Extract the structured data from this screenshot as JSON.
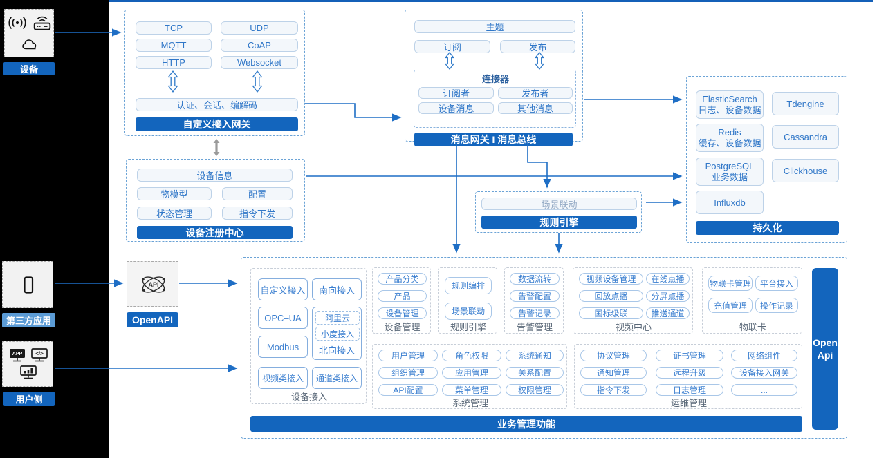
{
  "colors": {
    "accent": "#1365bd",
    "line": "#1e6ec5",
    "light_label": "#5b9bd5",
    "pill_text": "#3077c8"
  },
  "rail": {
    "device": {
      "label": "设备",
      "icons": [
        "signal-icon",
        "router-icon",
        "cloud-icon"
      ]
    },
    "thirdparty": {
      "label": "第三方应用",
      "icons": [
        "phone-icon"
      ]
    },
    "user": {
      "label": "用户侧",
      "icons": [
        "app-window-icon",
        "code-window-icon",
        "chart-window-icon"
      ]
    }
  },
  "gateway": {
    "title": "自定义接入网关",
    "p1": "TCP",
    "p2": "UDP",
    "p3": "MQTT",
    "p4": "CoAP",
    "p5": "HTTP",
    "p6": "Websocket",
    "auth": "认证、会话、编解码"
  },
  "message": {
    "title": "消息网关 I 消息总线",
    "topic": "主题",
    "sub": "订阅",
    "pub": "发布",
    "connector": "连接器",
    "c1": "订阅者",
    "c2": "发布者",
    "c3": "设备消息",
    "c4": "其他消息"
  },
  "persistence": {
    "title": "持久化",
    "es1": "ElasticSearch",
    "es2": "日志、设备数据",
    "td": "Tdengine",
    "redis1": "Redis",
    "redis2": "缓存、设备数据",
    "cas": "Cassandra",
    "pg1": "PostgreSQL",
    "pg2": "业务数据",
    "ch": "Clickhouse",
    "influx": "Influxdb"
  },
  "registry": {
    "title": "设备注册中心",
    "info": "设备信息",
    "m1": "物模型",
    "m2": "配置",
    "m3": "状态管理",
    "m4": "指令下发"
  },
  "rule": {
    "title": "规则引擎",
    "pill": "场景联动"
  },
  "openapi": {
    "label": "OpenAPI",
    "icon": "api-atom-icon"
  },
  "business": {
    "title": "业务管理功能",
    "openapi_bar": "Open Api",
    "access": {
      "label": "设备接入",
      "a1": "自定义接入",
      "a2": "南向接入",
      "a3": "OPC–UA",
      "north": "北向接入",
      "n1": "阿里云",
      "n2": "小度接入",
      "a4": "Modbus",
      "a5": "视频类接入",
      "a6": "通道类接入"
    },
    "devmgmt": {
      "label": "设备管理",
      "p1": "产品分类",
      "p2": "产品",
      "p3": "设备管理"
    },
    "rules": {
      "label": "规则引擎",
      "p1": "规则编排",
      "p2": "场景联动"
    },
    "alarm": {
      "label": "告警管理",
      "p1": "数据流转",
      "p2": "告警配置",
      "p3": "告警记录"
    },
    "video": {
      "label": "视频中心",
      "p1": "视频设备管理",
      "p2": "在线点播",
      "p3": "回放点播",
      "p4": "分屏点播",
      "p5": "国标级联",
      "p6": "推送通道"
    },
    "iotcard": {
      "label": "物联卡",
      "p1": "物联卡管理",
      "p2": "平台接入",
      "p3": "充值管理",
      "p4": "操作记录"
    },
    "system": {
      "label": "系统管理",
      "p1": "用户管理",
      "p2": "角色权限",
      "p3": "系统通知",
      "p4": "组织管理",
      "p5": "应用管理",
      "p6": "关系配置",
      "p7": "API配置",
      "p8": "菜单管理",
      "p9": "权限管理"
    },
    "ops": {
      "label": "运维管理",
      "p1": "协议管理",
      "p2": "证书管理",
      "p3": "网络组件",
      "p4": "通知管理",
      "p5": "远程升级",
      "p6": "设备接入网关",
      "p7": "指令下发",
      "p8": "日志管理",
      "p9": "..."
    }
  }
}
